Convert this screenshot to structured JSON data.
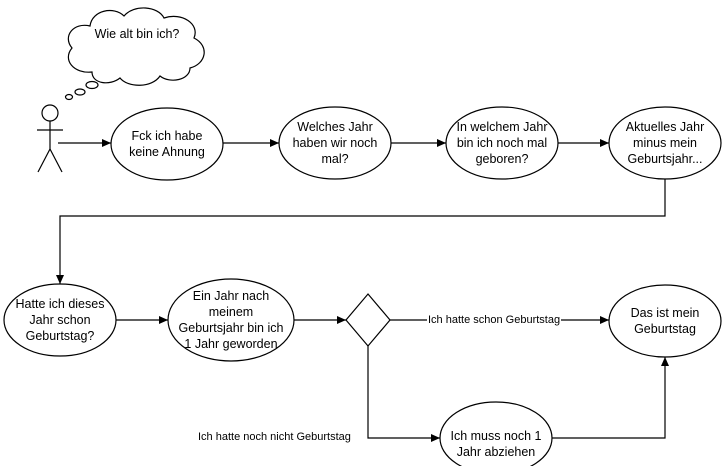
{
  "thought": {
    "text": "Wie alt bin ich?"
  },
  "nodes": {
    "n1": {
      "text": "Fck ich habe\nkeine Ahnung"
    },
    "n2": {
      "text": "Welches Jahr\nhaben wir noch\nmal?"
    },
    "n3": {
      "text": "In welchem Jahr\nbin ich noch mal\ngeboren?"
    },
    "n4": {
      "text": "Aktuelles Jahr\nminus mein\nGeburtsjahr..."
    },
    "n5": {
      "text": "Hatte ich dieses\nJahr schon\nGeburtstag?"
    },
    "n6": {
      "text": "Ein Jahr nach\nmeinem\nGeburtsjahr bin ich\n1 Jahr geworden"
    },
    "n7": {
      "text": "Das ist mein\nGeburtstag"
    },
    "n8": {
      "text": "Ich muss noch 1\nJahr abziehen"
    }
  },
  "edge_labels": {
    "yes": "Ich hatte schon Geburtstag",
    "no": "Ich hatte noch nicht Geburtstag"
  }
}
